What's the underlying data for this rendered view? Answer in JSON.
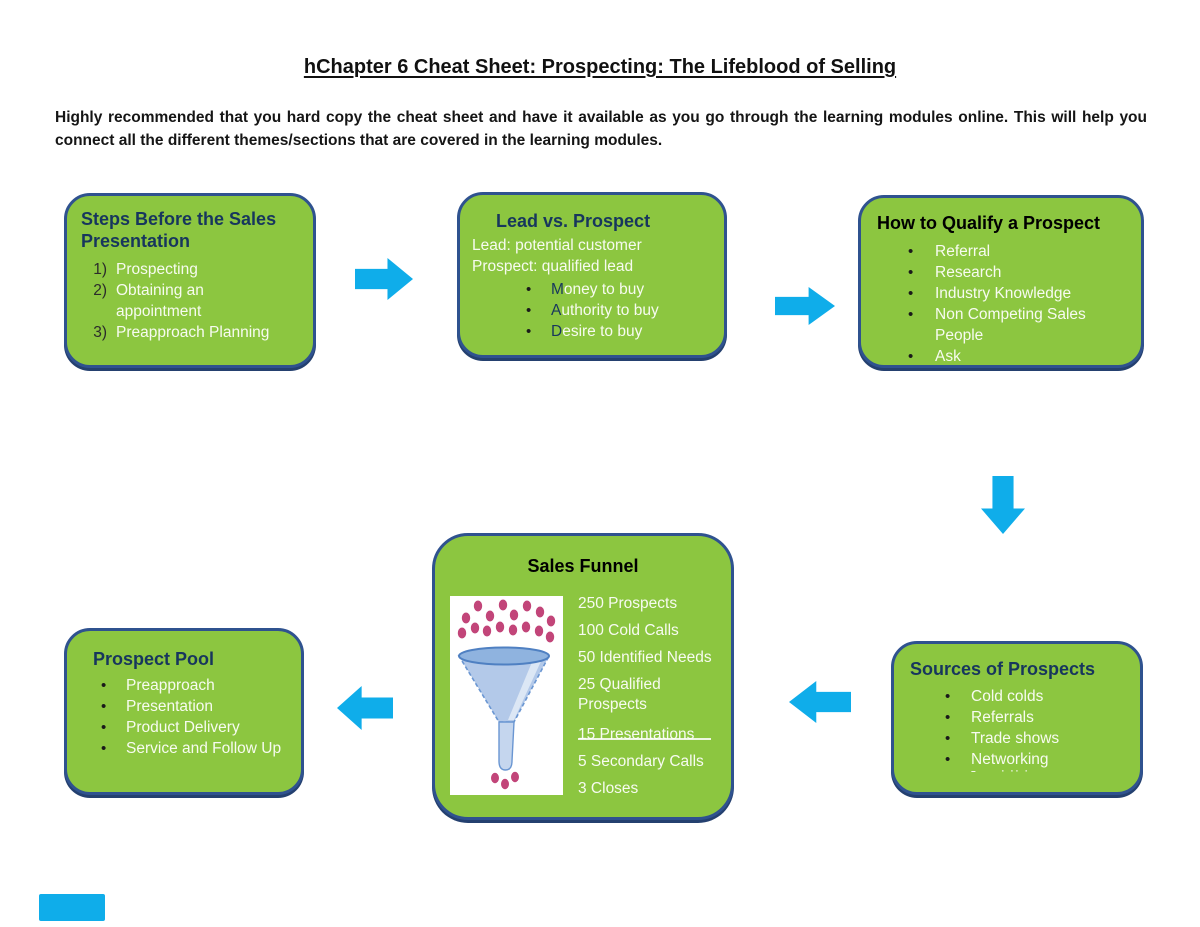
{
  "title": "hChapter 6 Cheat Sheet: Prospecting: The Lifeblood of Selling",
  "intro": "Highly recommended that you hard copy the cheat sheet and have it available as you go through the learning modules online. This will help you connect all the different themes/sections that are covered in the learning modules.",
  "colors": {
    "box_fill": "#8CC640",
    "box_border": "#2F528F",
    "heading_blue": "#17365D",
    "heading_black": "#000000",
    "body_text": "#F7FBF0",
    "arrow_blue": "#0FADEA",
    "funnel_dot_pink": "#C24579",
    "funnel_body_blue": "#B3C9E9"
  },
  "boxes": {
    "steps": {
      "title": "Steps Before the Sales Presentation",
      "items": [
        {
          "num": "1)",
          "text": "Prospecting"
        },
        {
          "num": "2)",
          "text": "Obtaining an appointment"
        },
        {
          "num": "3)",
          "text": "Preapproach Planning"
        }
      ]
    },
    "lead": {
      "title": "Lead vs. Prospect",
      "line1": "Lead: potential customer",
      "line2": "Prospect: qualified lead",
      "items": [
        {
          "first": "M",
          "rest": "oney to buy"
        },
        {
          "first": "A",
          "rest": "uthority to buy"
        },
        {
          "first": "D",
          "rest": "esire to buy"
        }
      ]
    },
    "qualify": {
      "title": "How to Qualify a Prospect",
      "items": [
        "Referral",
        "Research",
        "Industry Knowledge",
        "Non Competing Sales People",
        "Ask"
      ]
    },
    "funnel": {
      "title": "Sales Funnel",
      "stats": [
        "250 Prospects",
        "100 Cold Calls",
        "50 Identified Needs",
        "25 Qualified Prospects",
        "15 Presentations",
        "5 Secondary Calls",
        "3 Closes"
      ]
    },
    "pool": {
      "title": "Prospect Pool",
      "items": [
        "Preapproach",
        "Presentation",
        "Product Delivery",
        "Service and Follow Up"
      ]
    },
    "sources": {
      "title": "Sources of Prospects",
      "items": [
        "Cold colds",
        "Referrals",
        "Trade shows",
        "Networking"
      ],
      "clipped_marks": "ˉ      ˙ ˙˙ ˙"
    }
  }
}
